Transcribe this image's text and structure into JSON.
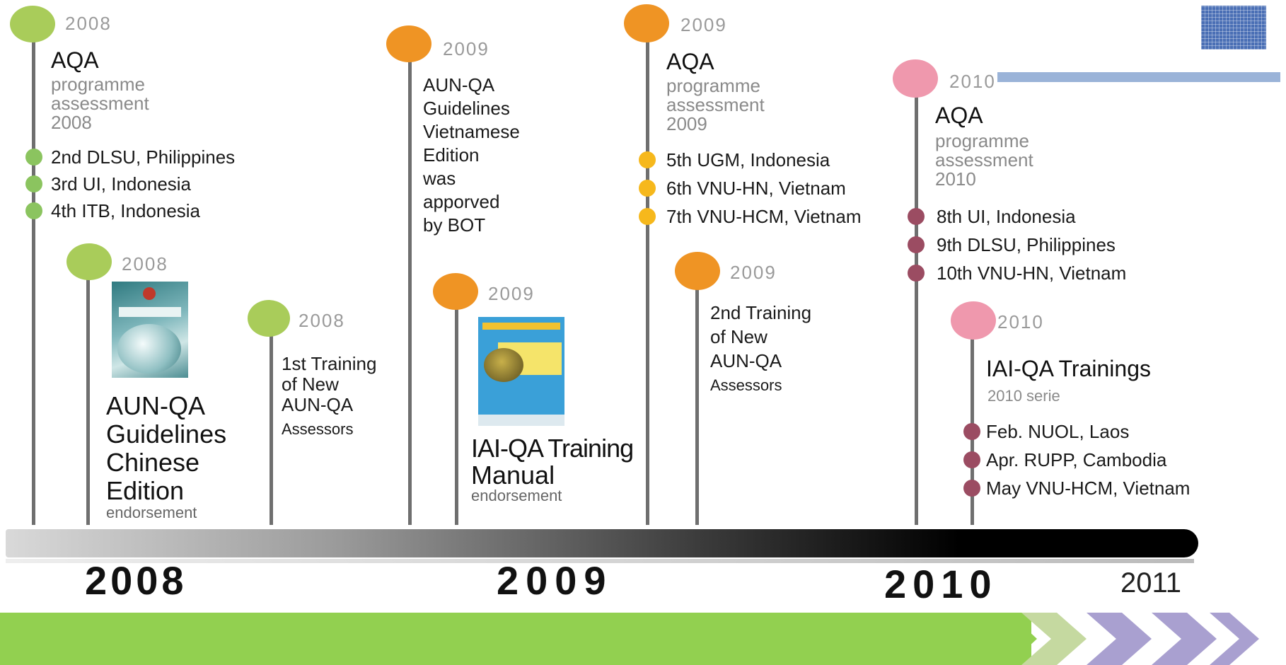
{
  "axis": {
    "y2008": "2008",
    "y2009": "2009",
    "y2010": "2010",
    "y2011": "2011"
  },
  "e1": {
    "year": "2008",
    "title": "AQA",
    "sub": [
      "programme",
      "assessment",
      "2008"
    ],
    "items": [
      "2nd DLSU, Philippines",
      "3rd UI, Indonesia",
      "4th ITB, Indonesia"
    ]
  },
  "e2": {
    "year": "2008",
    "title": [
      "AUN-QA",
      "Guidelines",
      "Chinese",
      "Edition"
    ],
    "note": "endorsement"
  },
  "e3": {
    "year": "2008",
    "text": [
      "1st Training",
      "of New",
      "AUN-QA",
      "Assessors"
    ]
  },
  "e4": {
    "year": "2009",
    "text": [
      "AUN-QA",
      "Guidelines",
      "Vietnamese",
      "Edition",
      "was",
      "apporved",
      "by BOT"
    ]
  },
  "e5": {
    "year": "2009",
    "title": [
      "IAI-QA Training",
      "Manual"
    ],
    "note": "endorsement"
  },
  "e6": {
    "year": "2009",
    "title": "AQA",
    "sub": [
      "programme",
      "assessment",
      "2009"
    ],
    "items": [
      "5th UGM, Indonesia",
      "6th VNU-HN, Vietnam",
      "7th VNU-HCM, Vietnam"
    ]
  },
  "e7": {
    "year": "2009",
    "text": [
      "2nd Training",
      "of New",
      "AUN-QA",
      "Assessors"
    ]
  },
  "e8": {
    "year": "2010",
    "title": "AQA",
    "sub": [
      "programme",
      "assessment",
      "2010"
    ],
    "items": [
      "8th UI, Indonesia",
      "9th DLSU, Philippines",
      "10th VNU-HN, Vietnam"
    ]
  },
  "e9": {
    "year": "2010",
    "title": "IAI-QA Trainings",
    "sub": "2010 serie",
    "items": [
      "Feb. NUOL, Laos",
      "Apr. RUPP, Cambodia",
      "May VNU-HCM, Vietnam"
    ]
  },
  "colors": {
    "green": "#a9cc5a",
    "orange": "#ef9424",
    "pink": "#ef98ad",
    "banner": "#92d050"
  }
}
